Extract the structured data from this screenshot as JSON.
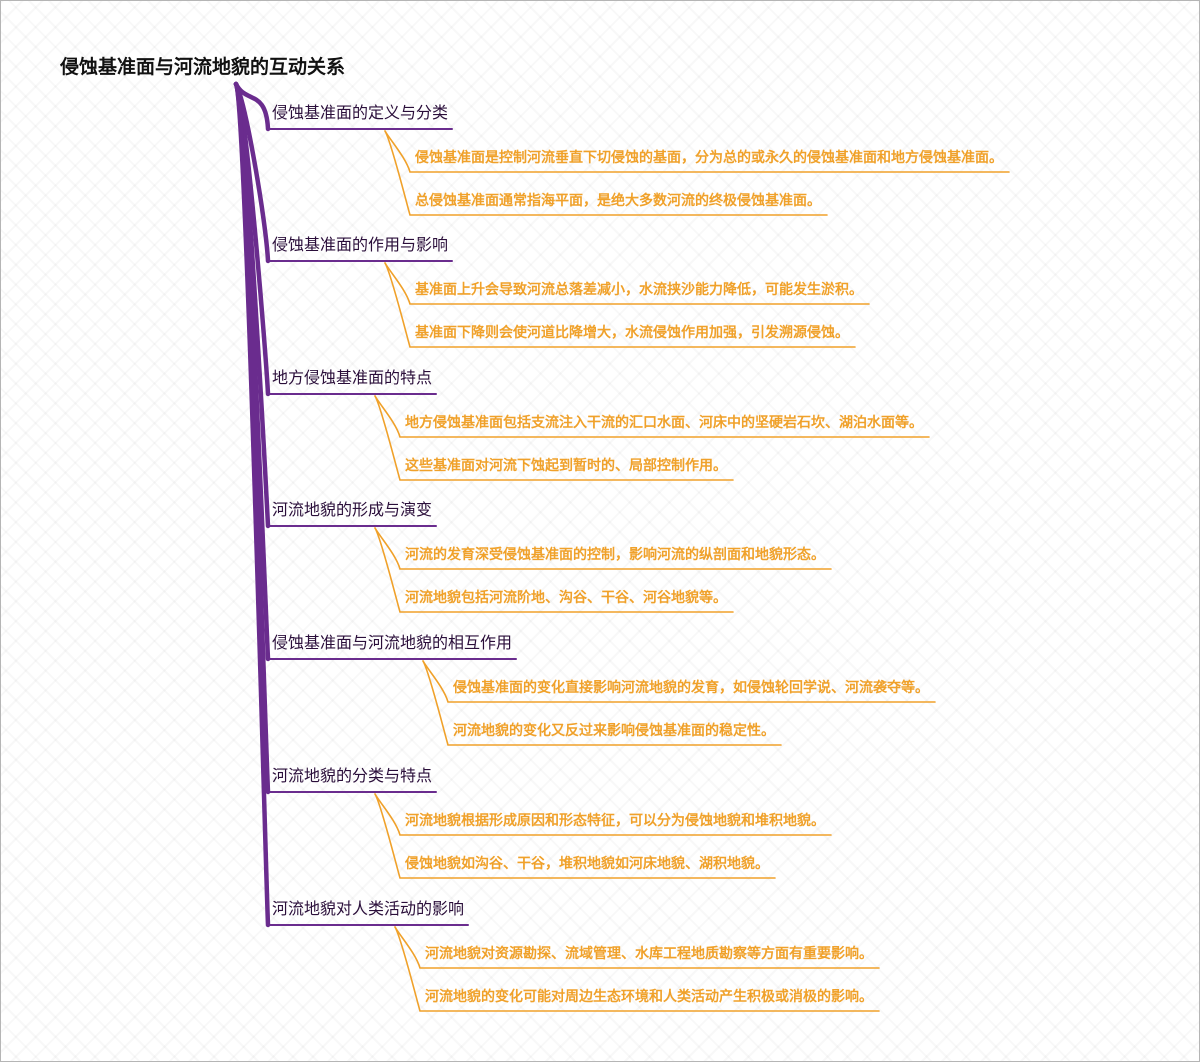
{
  "mindmap": {
    "root": {
      "title": "侵蚀基准面与河流地貌的互动关系"
    },
    "branches": [
      {
        "label": "侵蚀基准面的定义与分类",
        "children": [
          "侵蚀基准面是控制河流垂直下切侵蚀的基面，分为总的或永久的侵蚀基准面和地方侵蚀基准面。",
          "总侵蚀基准面通常指海平面，是绝大多数河流的终极侵蚀基准面。"
        ]
      },
      {
        "label": "侵蚀基准面的作用与影响",
        "children": [
          "基准面上升会导致河流总落差减小，水流挟沙能力降低，可能发生淤积。",
          "基准面下降则会使河道比降增大，水流侵蚀作用加强，引发溯源侵蚀。"
        ]
      },
      {
        "label": "地方侵蚀基准面的特点",
        "children": [
          "地方侵蚀基准面包括支流注入干流的汇口水面、河床中的坚硬岩石坎、湖泊水面等。",
          "这些基准面对河流下蚀起到暂时的、局部控制作用。"
        ]
      },
      {
        "label": "河流地貌的形成与演变",
        "children": [
          "河流的发育深受侵蚀基准面的控制，影响河流的纵剖面和地貌形态。",
          "河流地貌包括河流阶地、沟谷、干谷、河谷地貌等。"
        ]
      },
      {
        "label": "侵蚀基准面与河流地貌的相互作用",
        "children": [
          "侵蚀基准面的变化直接影响河流地貌的发育，如侵蚀轮回学说、河流袭夺等。",
          "河流地貌的变化又反过来影响侵蚀基准面的稳定性。"
        ]
      },
      {
        "label": "河流地貌的分类与特点",
        "children": [
          "河流地貌根据形成原因和形态特征，可以分为侵蚀地貌和堆积地貌。",
          "侵蚀地貌如沟谷、干谷，堆积地貌如河床地貌、湖积地貌。"
        ]
      },
      {
        "label": "河流地貌对人类活动的影响",
        "children": [
          "河流地貌对资源勘探、流域管理、水库工程地质勘察等方面有重要影响。",
          "河流地貌的变化可能对周边生态环境和人类活动产生积极或消极的影响。"
        ]
      }
    ]
  },
  "colors": {
    "branch_line": "#6a2c8e",
    "branch_text": "#2a0e3a",
    "leaf_line": "#f0a12a",
    "leaf_text": "#f0a12a",
    "root_text": "#111111"
  }
}
